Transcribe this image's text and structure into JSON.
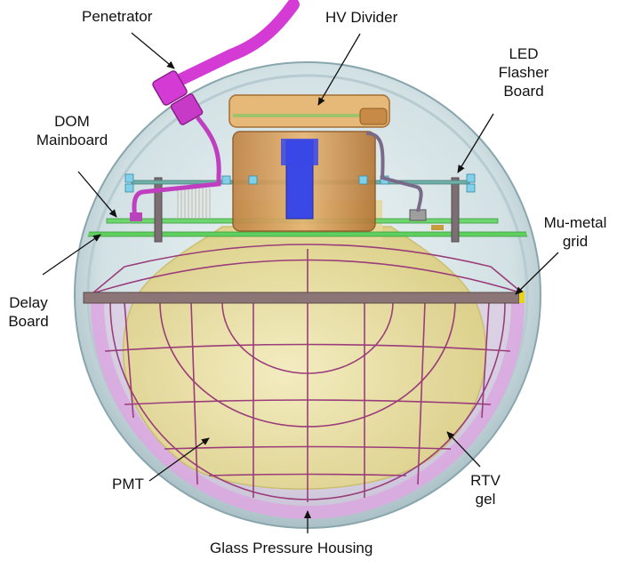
{
  "labels": {
    "penetrator": "Penetrator",
    "hv_divider": "HV Divider",
    "led_flasher_board": [
      "LED",
      "Flasher",
      "Board"
    ],
    "dom_mainboard": [
      "DOM",
      "Mainboard"
    ],
    "mu_metal_grid": [
      "Mu-metal",
      "grid"
    ],
    "delay_board": [
      "Delay",
      "Board"
    ],
    "pmt": "PMT",
    "rtv_gel": [
      "RTV",
      "gel"
    ],
    "glass_pressure_housing": "Glass Pressure Housing"
  },
  "colors": {
    "glass": "#c6d7dc",
    "pmt": "#e9e0a3",
    "gel": "#d9a8df",
    "penetrator": "#d43bd4",
    "board": "#5fcf5f",
    "grid": "#9a3d7a",
    "hv_divider": "#c9924c",
    "blue_block": "#3a48e6"
  }
}
